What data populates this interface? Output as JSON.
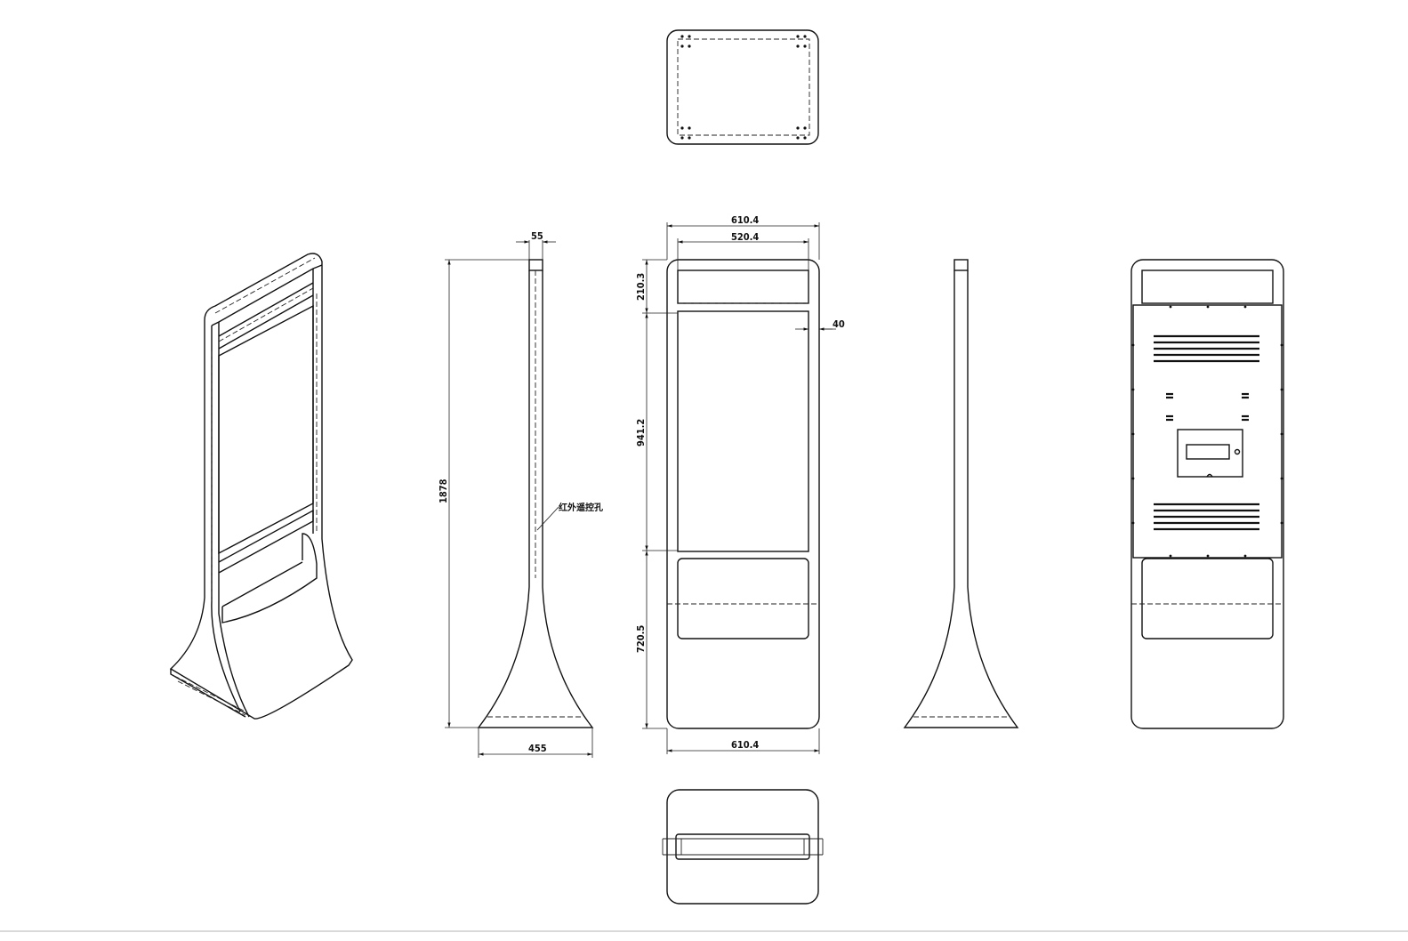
{
  "dimensions": {
    "front_width_top": "610.4",
    "front_inner_width": "520.4",
    "front_width_bottom": "610.4",
    "top_band_height": "210.3",
    "screen_height": "941.2",
    "base_height": "720.5",
    "frame_border": "40",
    "side_thickness": "55",
    "total_height": "1878",
    "base_depth": "455"
  },
  "notes": {
    "ir_remote_hole": "红外遥控孔"
  }
}
